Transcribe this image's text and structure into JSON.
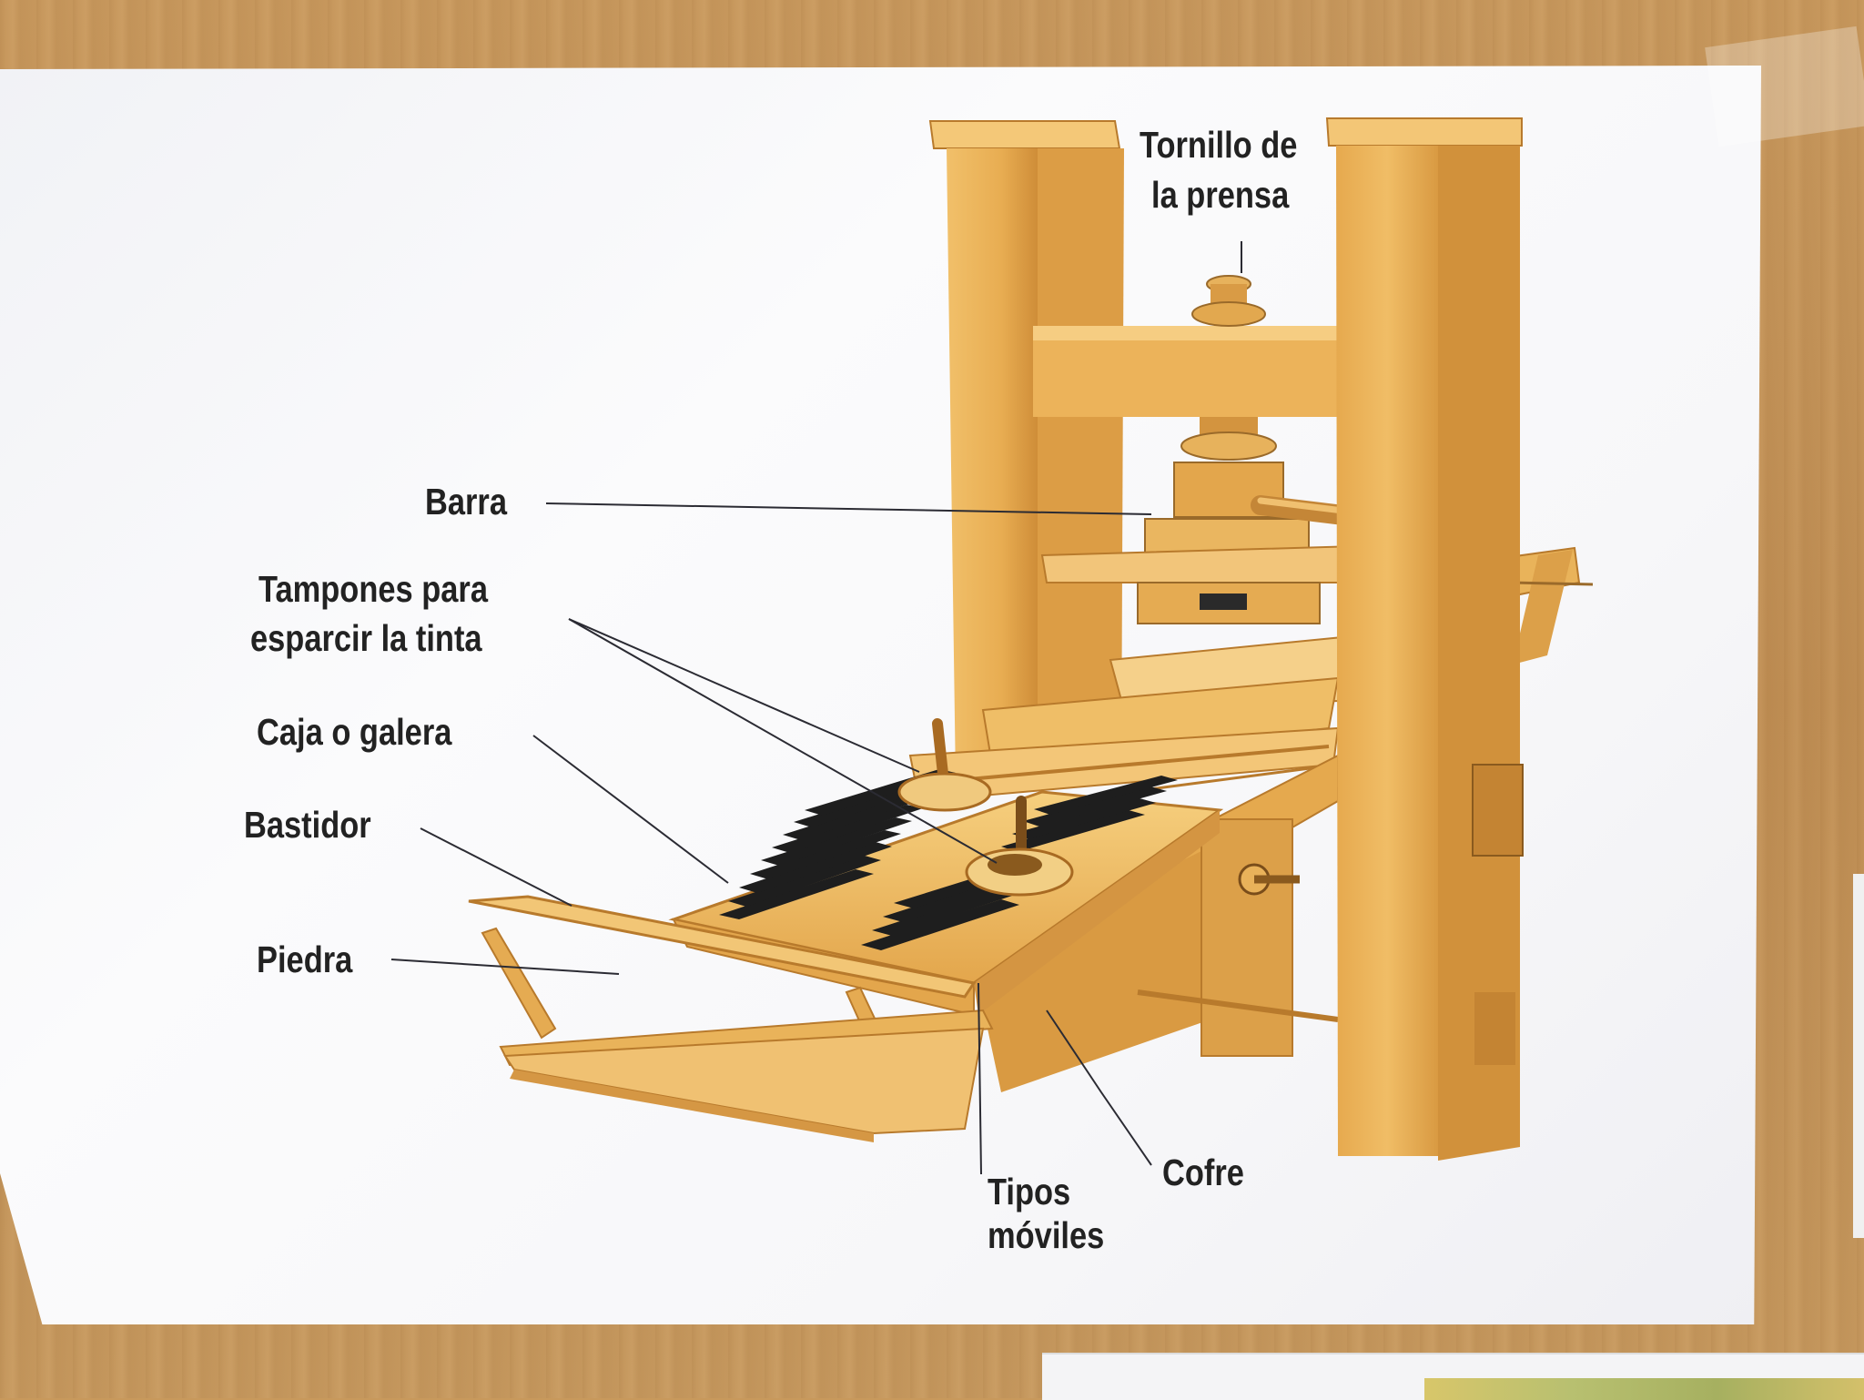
{
  "labels": {
    "tornillo_line1": "Tornillo de",
    "tornillo_line2": "la prensa",
    "barra": "Barra",
    "tampones_line1": "Tampones para",
    "tampones_line2": "esparcir la tinta",
    "caja": "Caja o galera",
    "bastidor": "Bastidor",
    "piedra": "Piedra",
    "tipos_line1": "Tipos",
    "tipos_line2": "móviles",
    "cofre": "Cofre"
  },
  "colors": {
    "wood_light": "#f3c46a",
    "wood_mid": "#e2a648",
    "wood_dark": "#c9852f",
    "type_black": "#1e1e1e",
    "paper": "#f7f7f9",
    "background": "#c8995c"
  }
}
